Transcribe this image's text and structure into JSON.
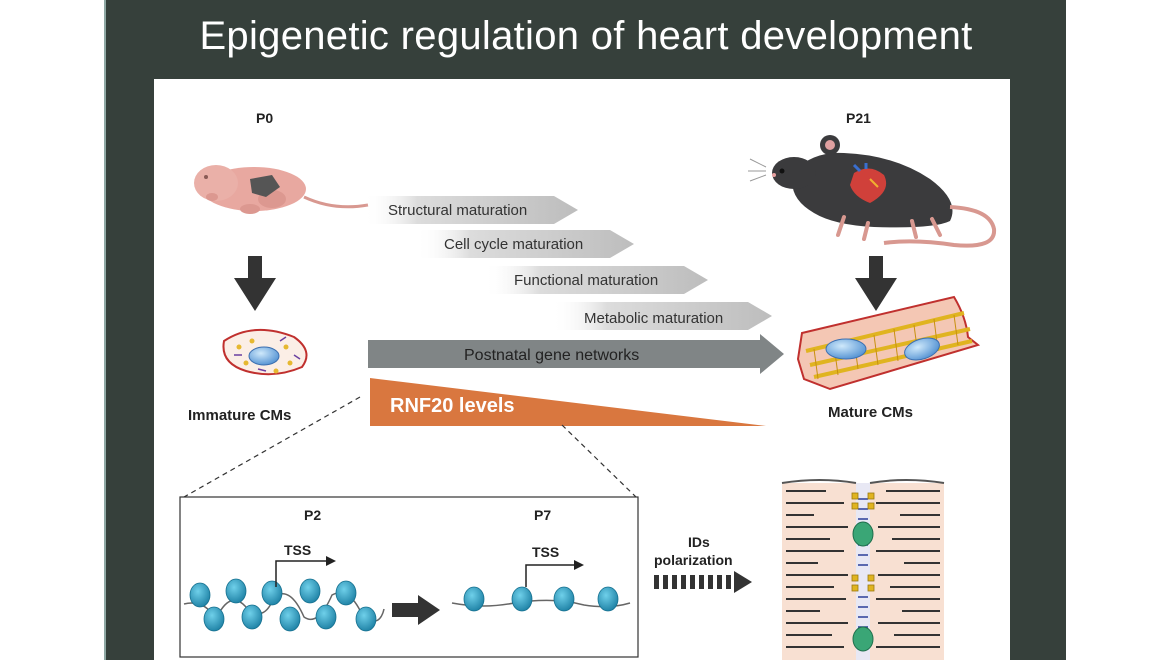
{
  "slide": {
    "title": "Epigenetic regulation of heart development"
  },
  "figure": {
    "left": {
      "timepoint": "P0",
      "cell_label": "Immature CMs"
    },
    "right": {
      "timepoint": "P21",
      "cell_label": "Mature CMs"
    },
    "maturation_steps": [
      "Structural maturation",
      "Cell cycle maturation",
      "Functional maturation",
      "Metabolic maturation"
    ],
    "gene_networks_label": "Postnatal gene networks",
    "rnf20_label": "RNF20 levels",
    "inset": {
      "left_timepoint": "P2",
      "right_timepoint": "P7",
      "tss_label_left": "TSS",
      "tss_label_right": "TSS"
    },
    "ids_label_line1": "IDs",
    "ids_label_line2": "polarization"
  },
  "colors": {
    "slide_background": "#36403b",
    "panel_background": "#ffffff",
    "chevron_gray": "#c8c8c8",
    "gene_network_arrow": "#808586",
    "rnf20_orange": "#d9773f",
    "nucleosome_blue": "#2a9ec4",
    "mouse_pup_pink": "#e8a8a0",
    "adult_mouse": "#3b3b3d"
  }
}
